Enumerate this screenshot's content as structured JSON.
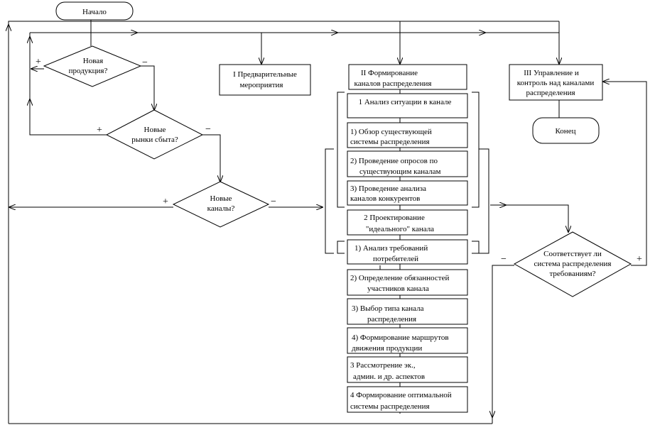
{
  "start": "Начало",
  "end": "Конец",
  "decisions": {
    "new_product": [
      "Новая",
      "продукция?"
    ],
    "new_markets": [
      "Новые",
      "рынки сбыта?"
    ],
    "new_channels": [
      "Новые",
      "каналы?"
    ],
    "meets_requirements": [
      "Соответствует ли",
      "система распределения",
      "требованиям?"
    ]
  },
  "stages": {
    "s1": [
      "I Предварительные",
      "мероприятия"
    ],
    "s2": [
      "II Формирование",
      "каналов распределения"
    ],
    "s3": [
      "III Управление и",
      "контроль над каналами",
      "распределения"
    ]
  },
  "steps": [
    [
      "1 Анализ ситуации в канале"
    ],
    [
      "1) Обзор существующей",
      "системы распределения"
    ],
    [
      "2) Проведение опросов по",
      "существующим каналам"
    ],
    [
      "3) Проведение анализа",
      "каналов конкурентов"
    ],
    [
      "2 Проектирование",
      "\"идеального\" канала"
    ],
    [
      "1) Анализ требований",
      "потребителей"
    ],
    [
      "2) Определение обязанностей",
      "участников канала"
    ],
    [
      "3) Выбор типа канала",
      "распределения"
    ],
    [
      "4) Формирование маршрутов",
      "движения продукции"
    ],
    [
      "3 Рассмотрение эк.,",
      "админ. и др. аспектов"
    ],
    [
      "4 Формирование  оптимальной",
      "системы распределения"
    ]
  ],
  "signs": {
    "plus": "+",
    "minus": "−"
  }
}
